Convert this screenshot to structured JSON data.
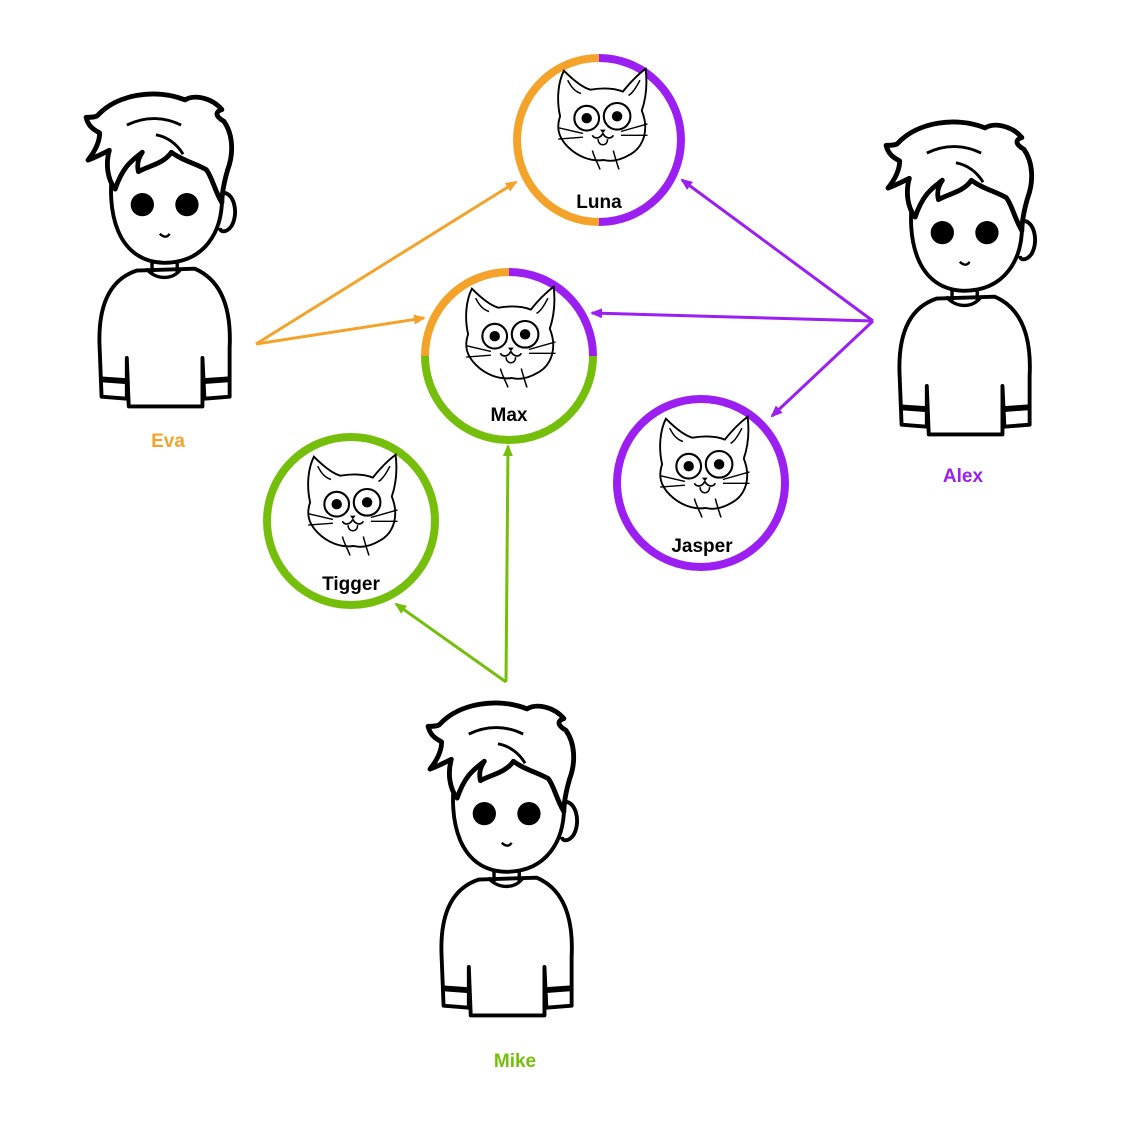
{
  "colors": {
    "eva": "#F3A32A",
    "alex": "#9A1FF0",
    "mike": "#76BE0C",
    "ink": "#000000"
  },
  "people": {
    "eva": {
      "name": "Eva",
      "color": "#F3A32A",
      "icon": "person-icon"
    },
    "alex": {
      "name": "Alex",
      "color": "#9A1FF0",
      "icon": "person-icon"
    },
    "mike": {
      "name": "Mike",
      "color": "#76BE0C",
      "icon": "person-icon"
    }
  },
  "cats": {
    "luna": {
      "name": "Luna",
      "owners": [
        "Eva",
        "Alex"
      ],
      "icon": "cat-face-icon"
    },
    "max": {
      "name": "Max",
      "owners": [
        "Eva",
        "Alex",
        "Mike"
      ],
      "icon": "cat-face-icon"
    },
    "tigger": {
      "name": "Tigger",
      "owners": [
        "Mike"
      ],
      "icon": "cat-face-icon"
    },
    "jasper": {
      "name": "Jasper",
      "owners": [
        "Alex"
      ],
      "icon": "cat-face-icon"
    }
  },
  "links": [
    {
      "from": "Eva",
      "to": "Luna"
    },
    {
      "from": "Eva",
      "to": "Max"
    },
    {
      "from": "Alex",
      "to": "Luna"
    },
    {
      "from": "Alex",
      "to": "Max"
    },
    {
      "from": "Alex",
      "to": "Jasper"
    },
    {
      "from": "Mike",
      "to": "Max"
    },
    {
      "from": "Mike",
      "to": "Tigger"
    }
  ]
}
